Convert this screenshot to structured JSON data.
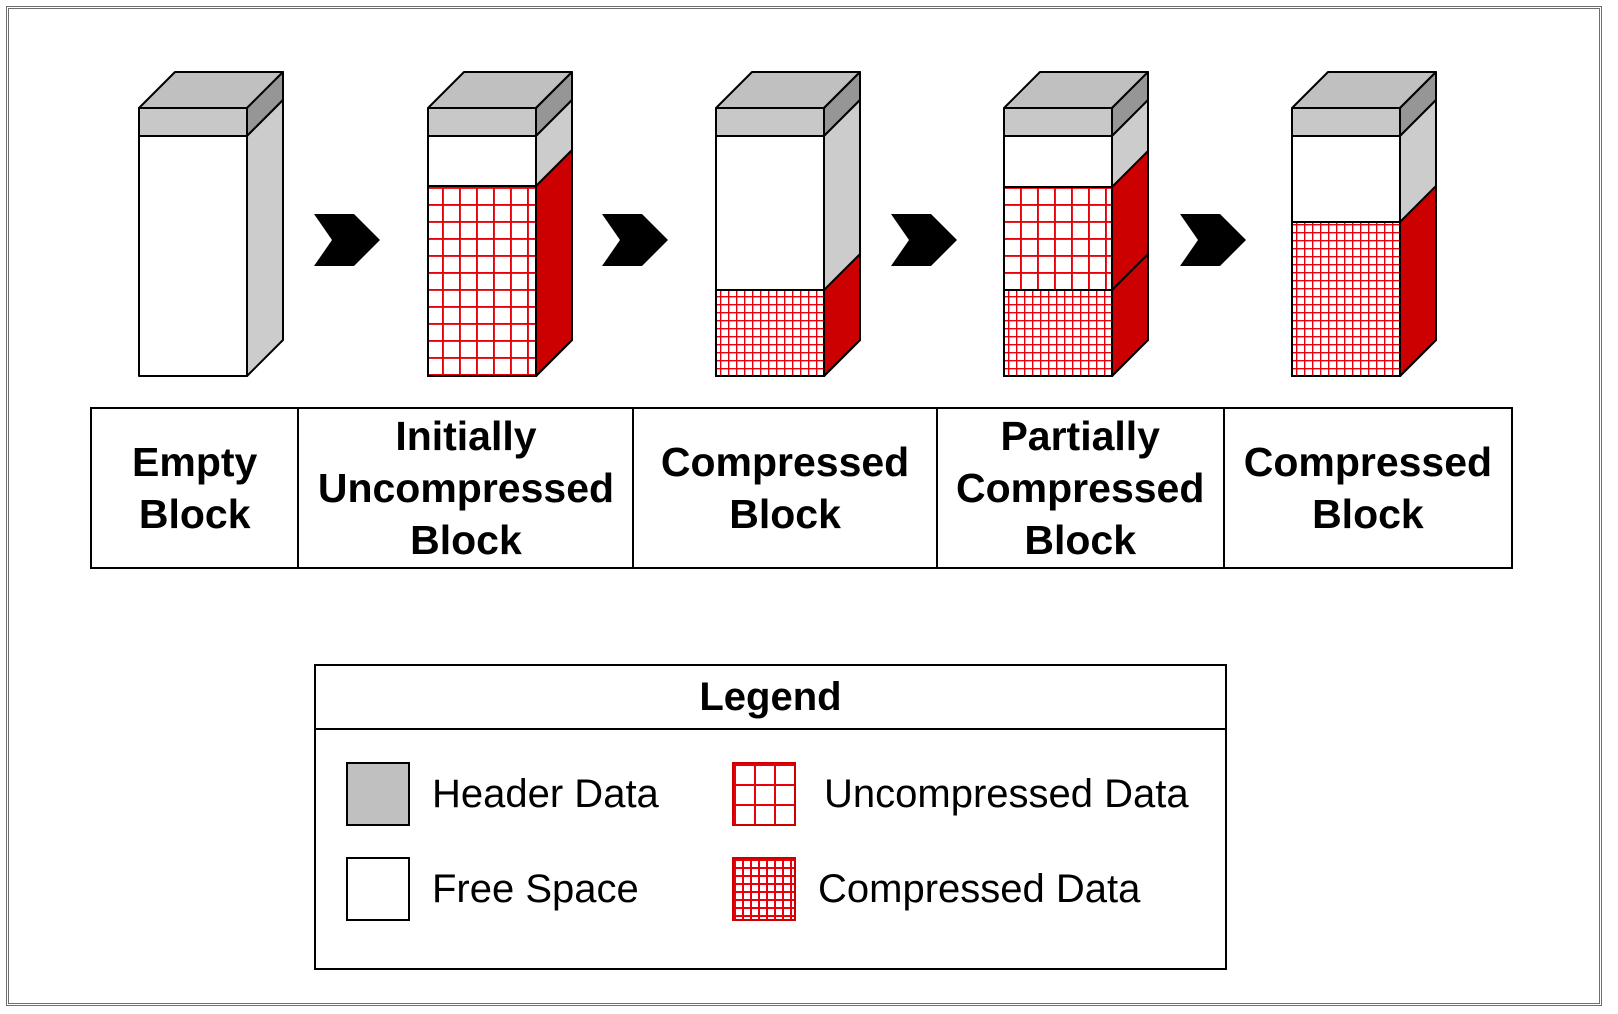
{
  "blocks": [
    {
      "label": "Empty\nBlock",
      "uncompressed_fraction": 0,
      "compressed_fraction": 0
    },
    {
      "label": "Initially\nUncompressed\nBlock",
      "uncompressed_fraction": 0.79,
      "compressed_fraction": 0
    },
    {
      "label": "Compressed\nBlock",
      "uncompressed_fraction": 0,
      "compressed_fraction": 0.36
    },
    {
      "label": "Partially\nCompressed\nBlock",
      "uncompressed_fraction": 0.43,
      "compressed_fraction": 0.36
    },
    {
      "label": "Compressed\nBlock",
      "uncompressed_fraction": 0,
      "compressed_fraction": 0.64
    }
  ],
  "legend": {
    "title": "Legend",
    "items": [
      {
        "key": "header",
        "label": "Header Data"
      },
      {
        "key": "free",
        "label": "Free Space"
      },
      {
        "key": "uncompressed",
        "label": "Uncompressed Data"
      },
      {
        "key": "compressed",
        "label": "Compressed Data"
      }
    ]
  },
  "colors": {
    "header_front": "#c8c8c8",
    "header_top": "#c0c0c0",
    "header_side": "#969696",
    "body_side": "#cccccc",
    "data_side": "#cc0000",
    "grid_line": "#e8000a",
    "arrow": "#000000"
  },
  "icons": {
    "arrow": "chevron-right-icon"
  }
}
